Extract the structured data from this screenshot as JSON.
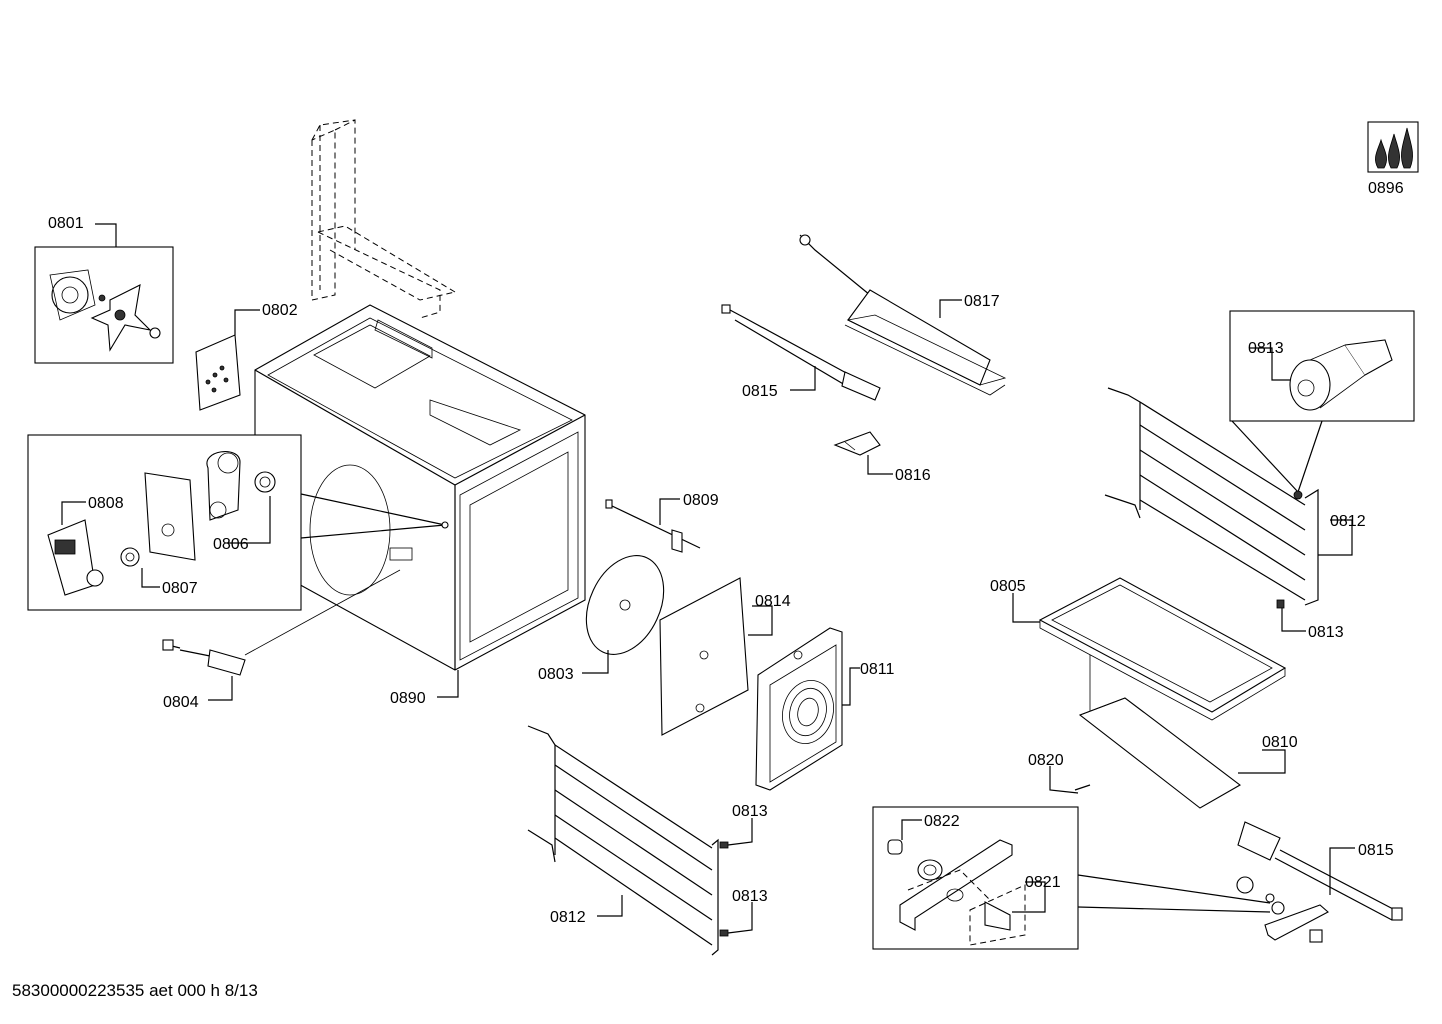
{
  "document": {
    "footer_code": "58300000223535 aet 000 h 8/13"
  },
  "labels": {
    "p0801": "0801",
    "p0802": "0802",
    "p0803": "0803",
    "p0804": "0804",
    "p0805": "0805",
    "p0806": "0806",
    "p0807": "0807",
    "p0808": "0808",
    "p0809": "0809",
    "p0810": "0810",
    "p0811": "0811",
    "p0812_right": "0812",
    "p0812_bottom": "0812",
    "p0813_detail": "0813",
    "p0813_right": "0813",
    "p0813_bottom_a": "0813",
    "p0813_bottom_b": "0813",
    "p0814": "0814",
    "p0815_top": "0815",
    "p0815_bottom": "0815",
    "p0816": "0816",
    "p0817": "0817",
    "p0820": "0820",
    "p0821": "0821",
    "p0822": "0822",
    "p0890": "0890",
    "p0896": "0896"
  },
  "icons": {
    "flame_symbol": "gas-flame-icon"
  }
}
